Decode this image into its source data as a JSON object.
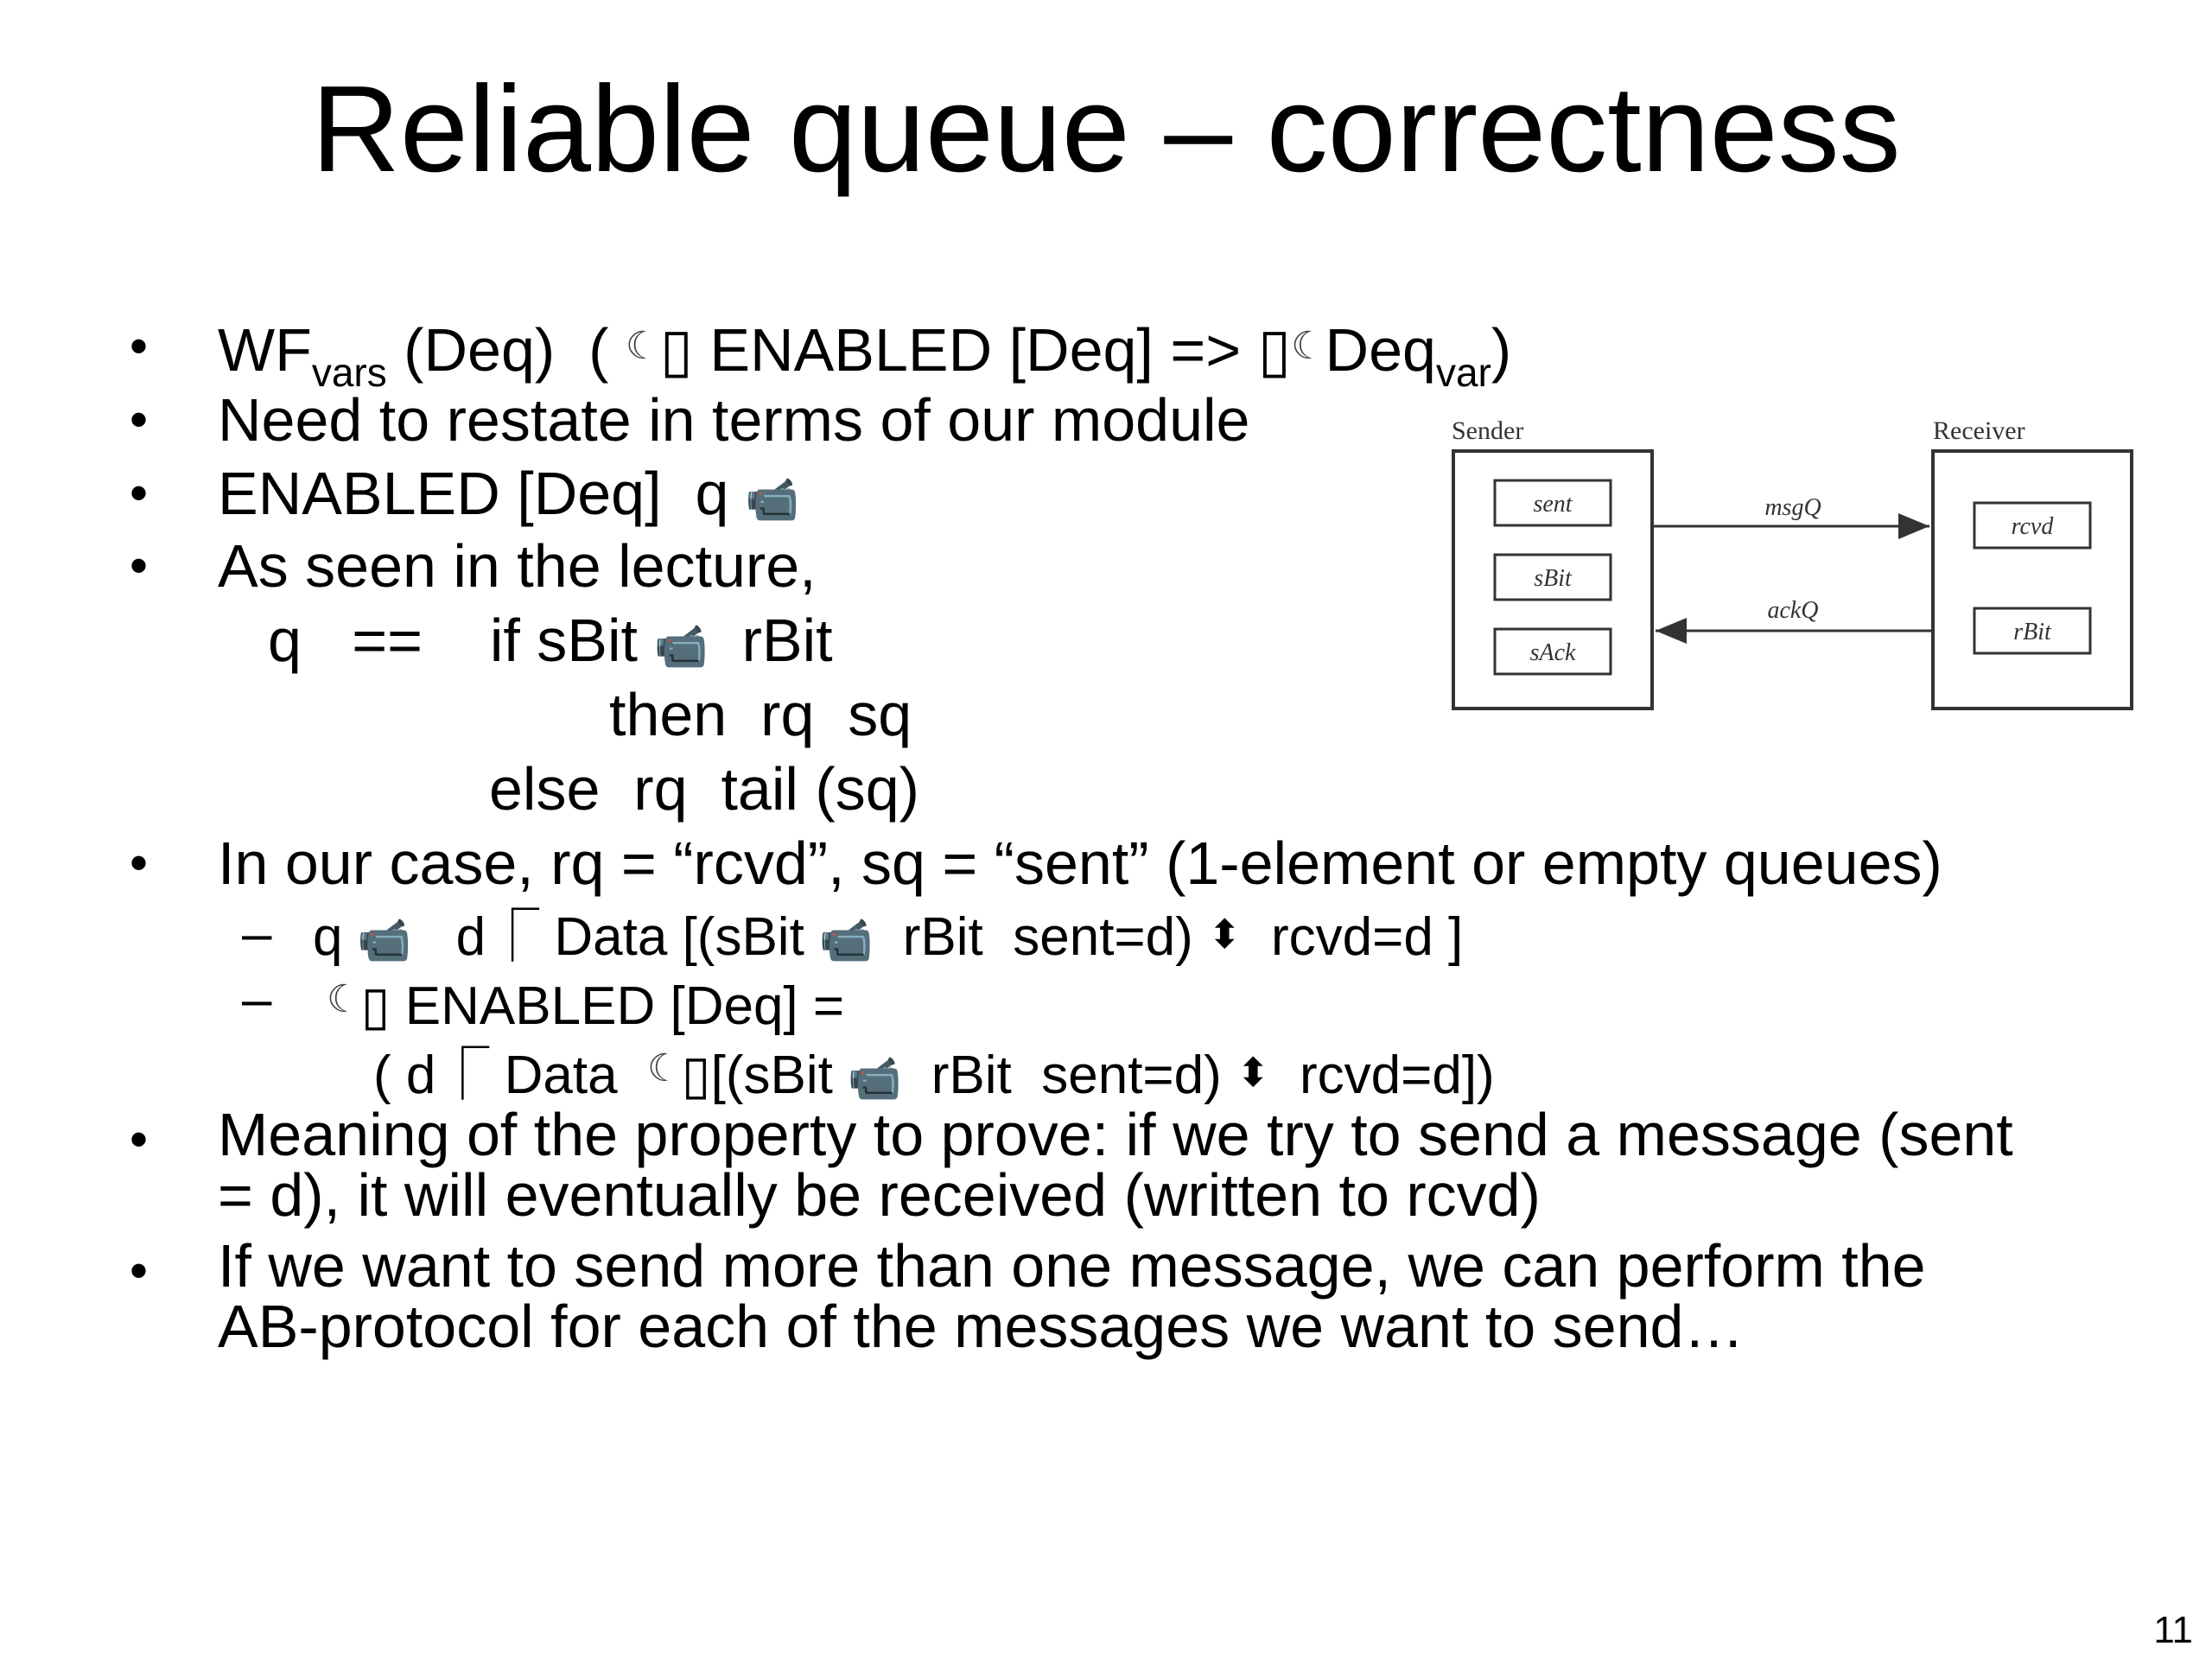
{
  "slide": {
    "title": "Reliable queue – correctness",
    "page_number": "11"
  },
  "lines": {
    "l1": {
      "bullet": "•",
      "a": "WF",
      "sub1": "vars",
      "b": " (Deq) ",
      "g1": "",
      "c": " ( ",
      "g2": "☾",
      "g3": "▯",
      "d": " ENABLED [Deq] =>  ",
      "g4": "▯",
      "g5": "☾",
      "g6": "",
      "e": "Deq",
      "g7": "",
      "sub2": "var",
      "f": ")"
    },
    "l2": {
      "bullet": "•",
      "text": "Need to restate in terms of our module"
    },
    "l3": {
      "bullet": "•",
      "a": "ENABLED [Deq] ",
      "g1": "",
      "b": " q ",
      "g2": "📹",
      "c": " ",
      "g3": "",
      "d": " ",
      "g4": ""
    },
    "l4": {
      "bullet": "•",
      "text": "As seen in the lecture,"
    },
    "l5": {
      "a": "q   ==    if sBit ",
      "g1": "📹",
      "b": "  rBit"
    },
    "l6": {
      "a": "then  rq ",
      "g1": "",
      "b": " sq"
    },
    "l7": {
      "a": "else  rq ",
      "g1": "",
      "b": " tail (sq)"
    },
    "l8": {
      "bullet": "•",
      "text": "In our case, rq = “rcvd”, sq = “sent” (1-element or empty queues)"
    },
    "l9": {
      "dash": "–",
      "a": "q ",
      "g1": "📹",
      "g2": "  ",
      "b": " d",
      "g3": "⎾",
      "c": " Data [(sBit ",
      "g4": "📹",
      "d": "  rBit ",
      "g5": "",
      "e": " sent=d) ",
      "g6": "⬍",
      "f": "  rcvd=d ]"
    },
    "l10": {
      "dash": "–",
      "g1": "☾",
      "g2": "▯",
      "a": " ENABLED [Deq] ="
    },
    "l11": {
      "a": "(",
      "g1": "",
      "b": " d",
      "g2": "⎾",
      "c": " Data  ",
      "g3": "☾",
      "g4": "▯",
      "d": "[(sBit ",
      "g5": "📹",
      "e": "  rBit ",
      "g6": "",
      "f": " sent=d) ",
      "g7": "⬍",
      "h": "  rcvd=d])"
    },
    "l12": {
      "bullet": "•",
      "line1": "Meaning of the property to prove: if we try to send a message (sent",
      "line2": "= d), it will eventually be received (written to rcvd)"
    },
    "l13": {
      "bullet": "•",
      "line1": "If we want to send more than one message, we can perform the",
      "line2": "AB-protocol for each of the messages we want to send…"
    }
  },
  "diagram": {
    "sender_label": "Sender",
    "receiver_label": "Receiver",
    "sender_fields": [
      "sent",
      "sBit",
      "sAck"
    ],
    "receiver_fields": [
      "rcvd",
      "rBit"
    ],
    "channel_top": "msgQ",
    "channel_bottom": "ackQ"
  }
}
